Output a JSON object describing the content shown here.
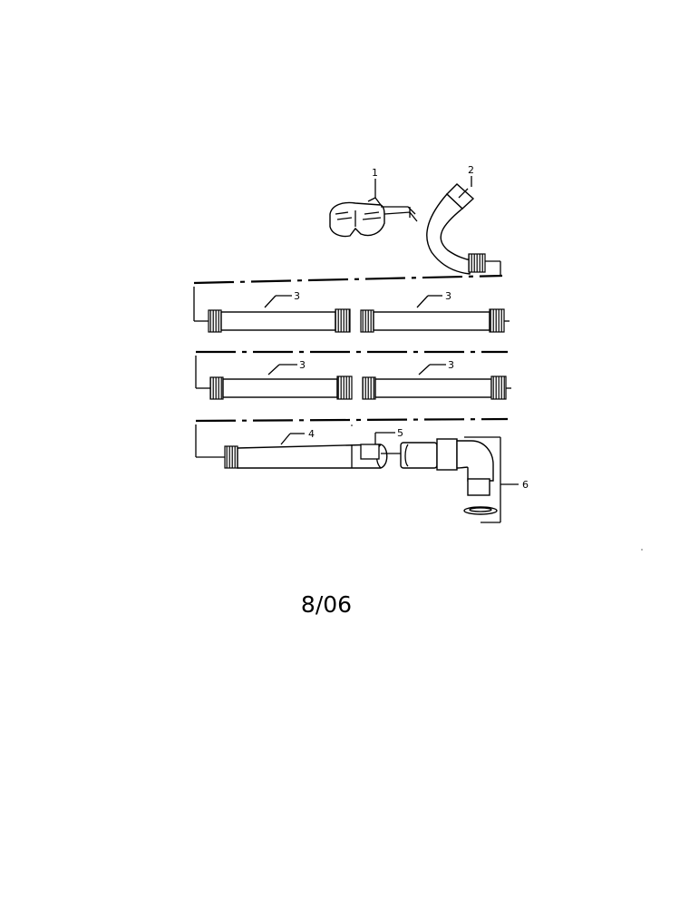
{
  "diagram": {
    "part_labels": {
      "safety_glasses": "1",
      "elbow_tube": "2",
      "tube_a": "3",
      "tube_b": "3",
      "tube_c": "3",
      "tube_d": "3",
      "end_tube": "4",
      "decal": "5",
      "gutter_kit": "6"
    }
  },
  "footer": {
    "date": "8/06"
  }
}
